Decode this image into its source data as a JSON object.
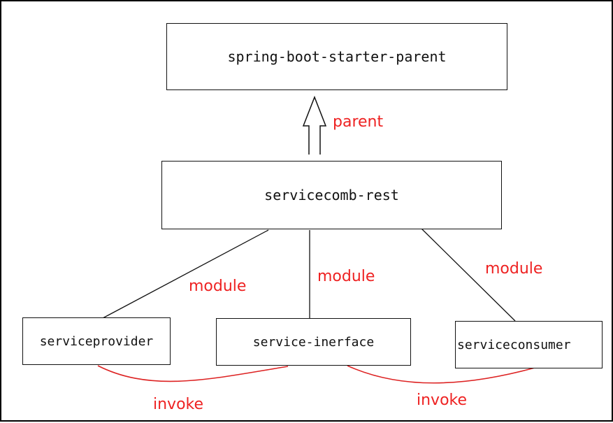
{
  "nodes": {
    "parent_pom": "spring-boot-starter-parent",
    "root": "servicecomb-rest",
    "provider": "serviceprovider",
    "interface": "service-inerface",
    "consumer": "serviceconsumer"
  },
  "edge_labels": {
    "parent": "parent",
    "module_left": "module",
    "module_mid": "module",
    "module_right": "module",
    "invoke_left": "invoke",
    "invoke_right": "invoke"
  },
  "colors": {
    "label": "#ee2222",
    "invoke_curve": "#dd2222",
    "line": "#111111"
  }
}
